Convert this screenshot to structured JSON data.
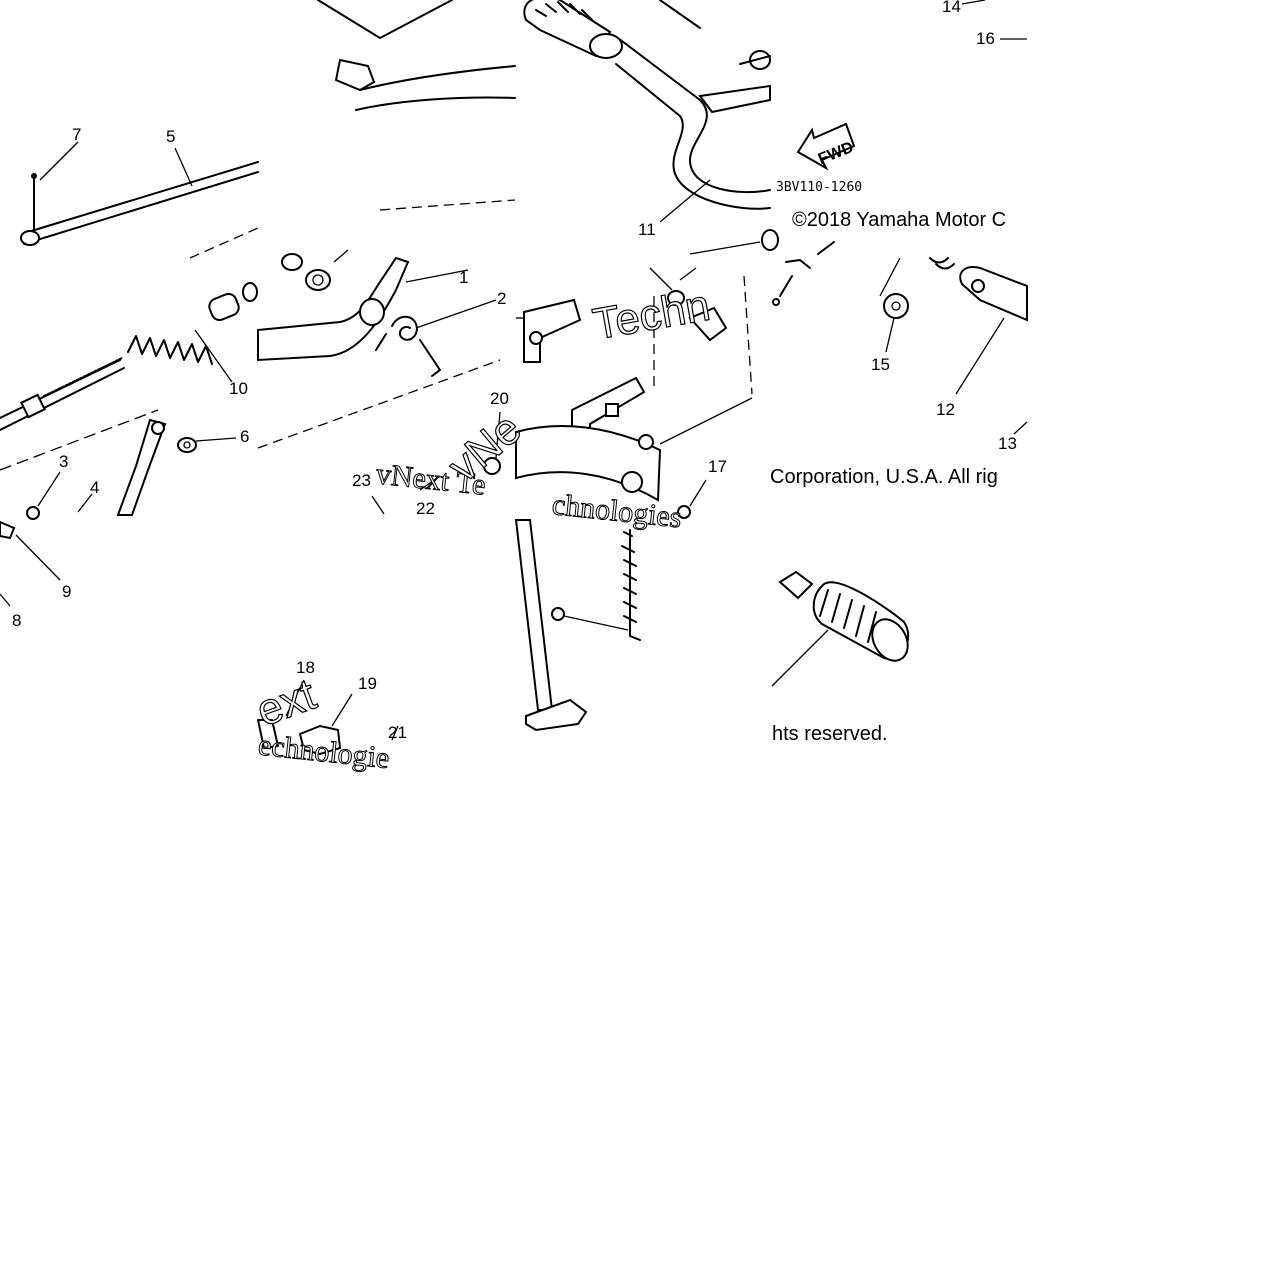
{
  "diagram": {
    "callouts": [
      {
        "id": "c1",
        "label": "1"
      },
      {
        "id": "c2",
        "label": "2"
      },
      {
        "id": "c3",
        "label": "3"
      },
      {
        "id": "c4",
        "label": "4"
      },
      {
        "id": "c5",
        "label": "5"
      },
      {
        "id": "c6",
        "label": "6"
      },
      {
        "id": "c7",
        "label": "7"
      },
      {
        "id": "c8",
        "label": "8"
      },
      {
        "id": "c9",
        "label": "9"
      },
      {
        "id": "c10",
        "label": "10"
      },
      {
        "id": "c11",
        "label": "11"
      },
      {
        "id": "c12",
        "label": "12"
      },
      {
        "id": "c13",
        "label": "13"
      },
      {
        "id": "c14",
        "label": "14"
      },
      {
        "id": "c15",
        "label": "15"
      },
      {
        "id": "c16",
        "label": "16"
      },
      {
        "id": "c17",
        "label": "17"
      },
      {
        "id": "c18",
        "label": "18"
      },
      {
        "id": "c19",
        "label": "19"
      },
      {
        "id": "c20",
        "label": "20"
      },
      {
        "id": "c21",
        "label": "21"
      },
      {
        "id": "c22",
        "label": "22"
      },
      {
        "id": "c23",
        "label": "23"
      }
    ],
    "diagram_code": "3BV110-1260",
    "fwd_label": "FWD",
    "copyright": {
      "part1": "©2018 Yamaha Motor C",
      "part2": "Corporation, U.S.A. All rig",
      "part3": "hts reserved."
    },
    "watermarks": {
      "w1": "vNext Te",
      "w2": "chnologies",
      "w3": "Techn",
      "w4": "vNe",
      "w5": "ext",
      "w6": "echnologie"
    }
  }
}
